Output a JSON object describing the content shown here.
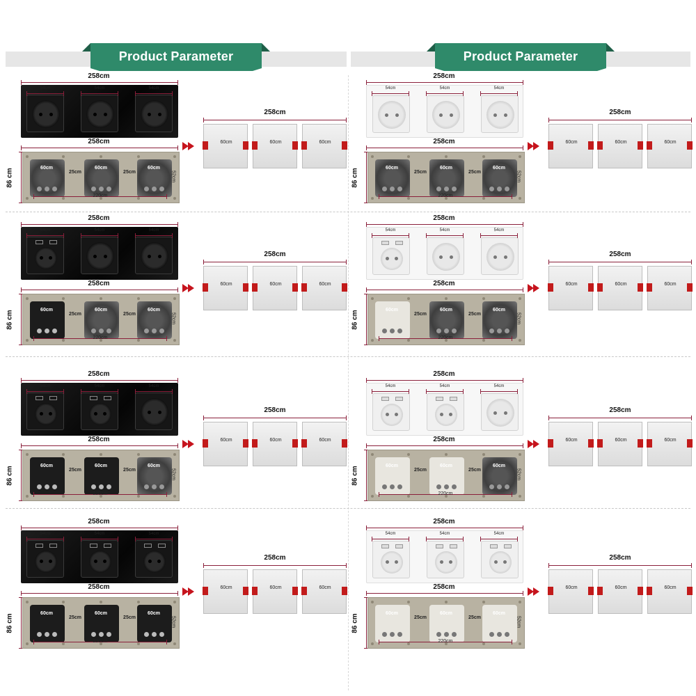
{
  "header": {
    "title": "Product Parameter"
  },
  "labels": {
    "total_width": "258cm",
    "module_width": "54cm",
    "back_module": "60cm",
    "gap": "25cm",
    "inner_width": "220cm",
    "height": "86 cm",
    "side_height": "52cm",
    "box_width": "60cm"
  },
  "colors": {
    "ribbon": "#2f8a6a",
    "ribbon_dark": "#1f5f48",
    "arrow": "#c6141d",
    "clip": "#c21b1b",
    "dim_line": "#8a1f3a"
  },
  "panels": [
    {
      "side": "left",
      "color": "black",
      "front": [
        "socket",
        "socket",
        "socket"
      ],
      "back": [
        "gray",
        "gray",
        "gray"
      ]
    },
    {
      "side": "right",
      "color": "white",
      "front": [
        "socket",
        "socket",
        "socket"
      ],
      "back": [
        "gray",
        "gray",
        "gray"
      ]
    },
    {
      "side": "left",
      "color": "black",
      "front": [
        "usb-socket",
        "socket",
        "socket"
      ],
      "back": [
        "black",
        "gray",
        "gray"
      ]
    },
    {
      "side": "right",
      "color": "white",
      "front": [
        "usb-socket",
        "socket",
        "socket"
      ],
      "back": [
        "white",
        "gray",
        "gray"
      ]
    },
    {
      "side": "left",
      "color": "black",
      "front": [
        "usb-socket",
        "usb-socket",
        "socket"
      ],
      "back": [
        "black",
        "black",
        "gray"
      ]
    },
    {
      "side": "right",
      "color": "white",
      "front": [
        "usb-socket",
        "usb-socket",
        "socket"
      ],
      "back": [
        "white",
        "white",
        "gray"
      ]
    },
    {
      "side": "left",
      "color": "black",
      "front": [
        "usb-socket",
        "usb-socket",
        "usb-socket"
      ],
      "back": [
        "black",
        "black",
        "black"
      ]
    },
    {
      "side": "right",
      "color": "white",
      "front": [
        "usb-socket",
        "usb-socket",
        "usb-socket"
      ],
      "back": [
        "white",
        "white",
        "white"
      ]
    }
  ]
}
